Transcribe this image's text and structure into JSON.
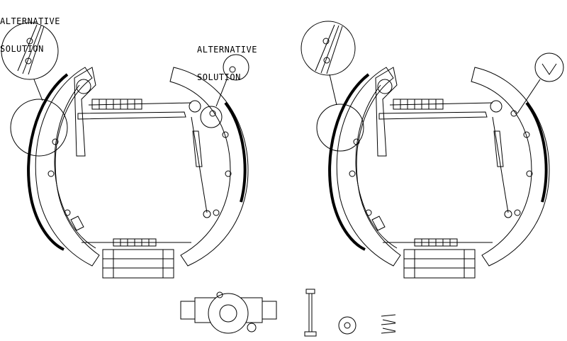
{
  "labels": {
    "left_callout": {
      "line1": "ALTERNATIVE",
      "line2": "SOLUTION"
    },
    "middle_callout": {
      "line1": "ALTERNATIVE",
      "line2": "SOLUTION"
    }
  },
  "colors": {
    "line": "#000000",
    "background": "#ffffff"
  }
}
